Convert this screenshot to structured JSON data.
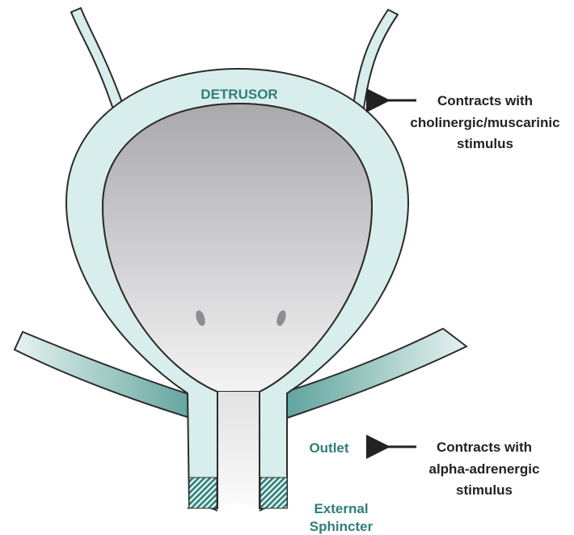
{
  "labels": {
    "detrusor": "DETRUSOR",
    "outlet": "Outlet",
    "external_sphincter_line1": "External",
    "external_sphincter_line2": "Sphincter",
    "detrusor_note_line1": "Contracts with",
    "detrusor_note_line2": "cholinergic/muscarinic",
    "detrusor_note_line3": "stimulus",
    "outlet_note_line1": "Contracts with",
    "outlet_note_line2": "alpha-adrenergic",
    "outlet_note_line3": "stimulus"
  },
  "colors": {
    "wall": "#d8eeec",
    "wall_stroke": "#2b2b2b",
    "lumen_dark": "#a9a9ab",
    "lumen_light": "#f0f0f0",
    "teal_text": "#2f7f7a",
    "black_text": "#222222",
    "hatch": "#2f7f7a"
  }
}
